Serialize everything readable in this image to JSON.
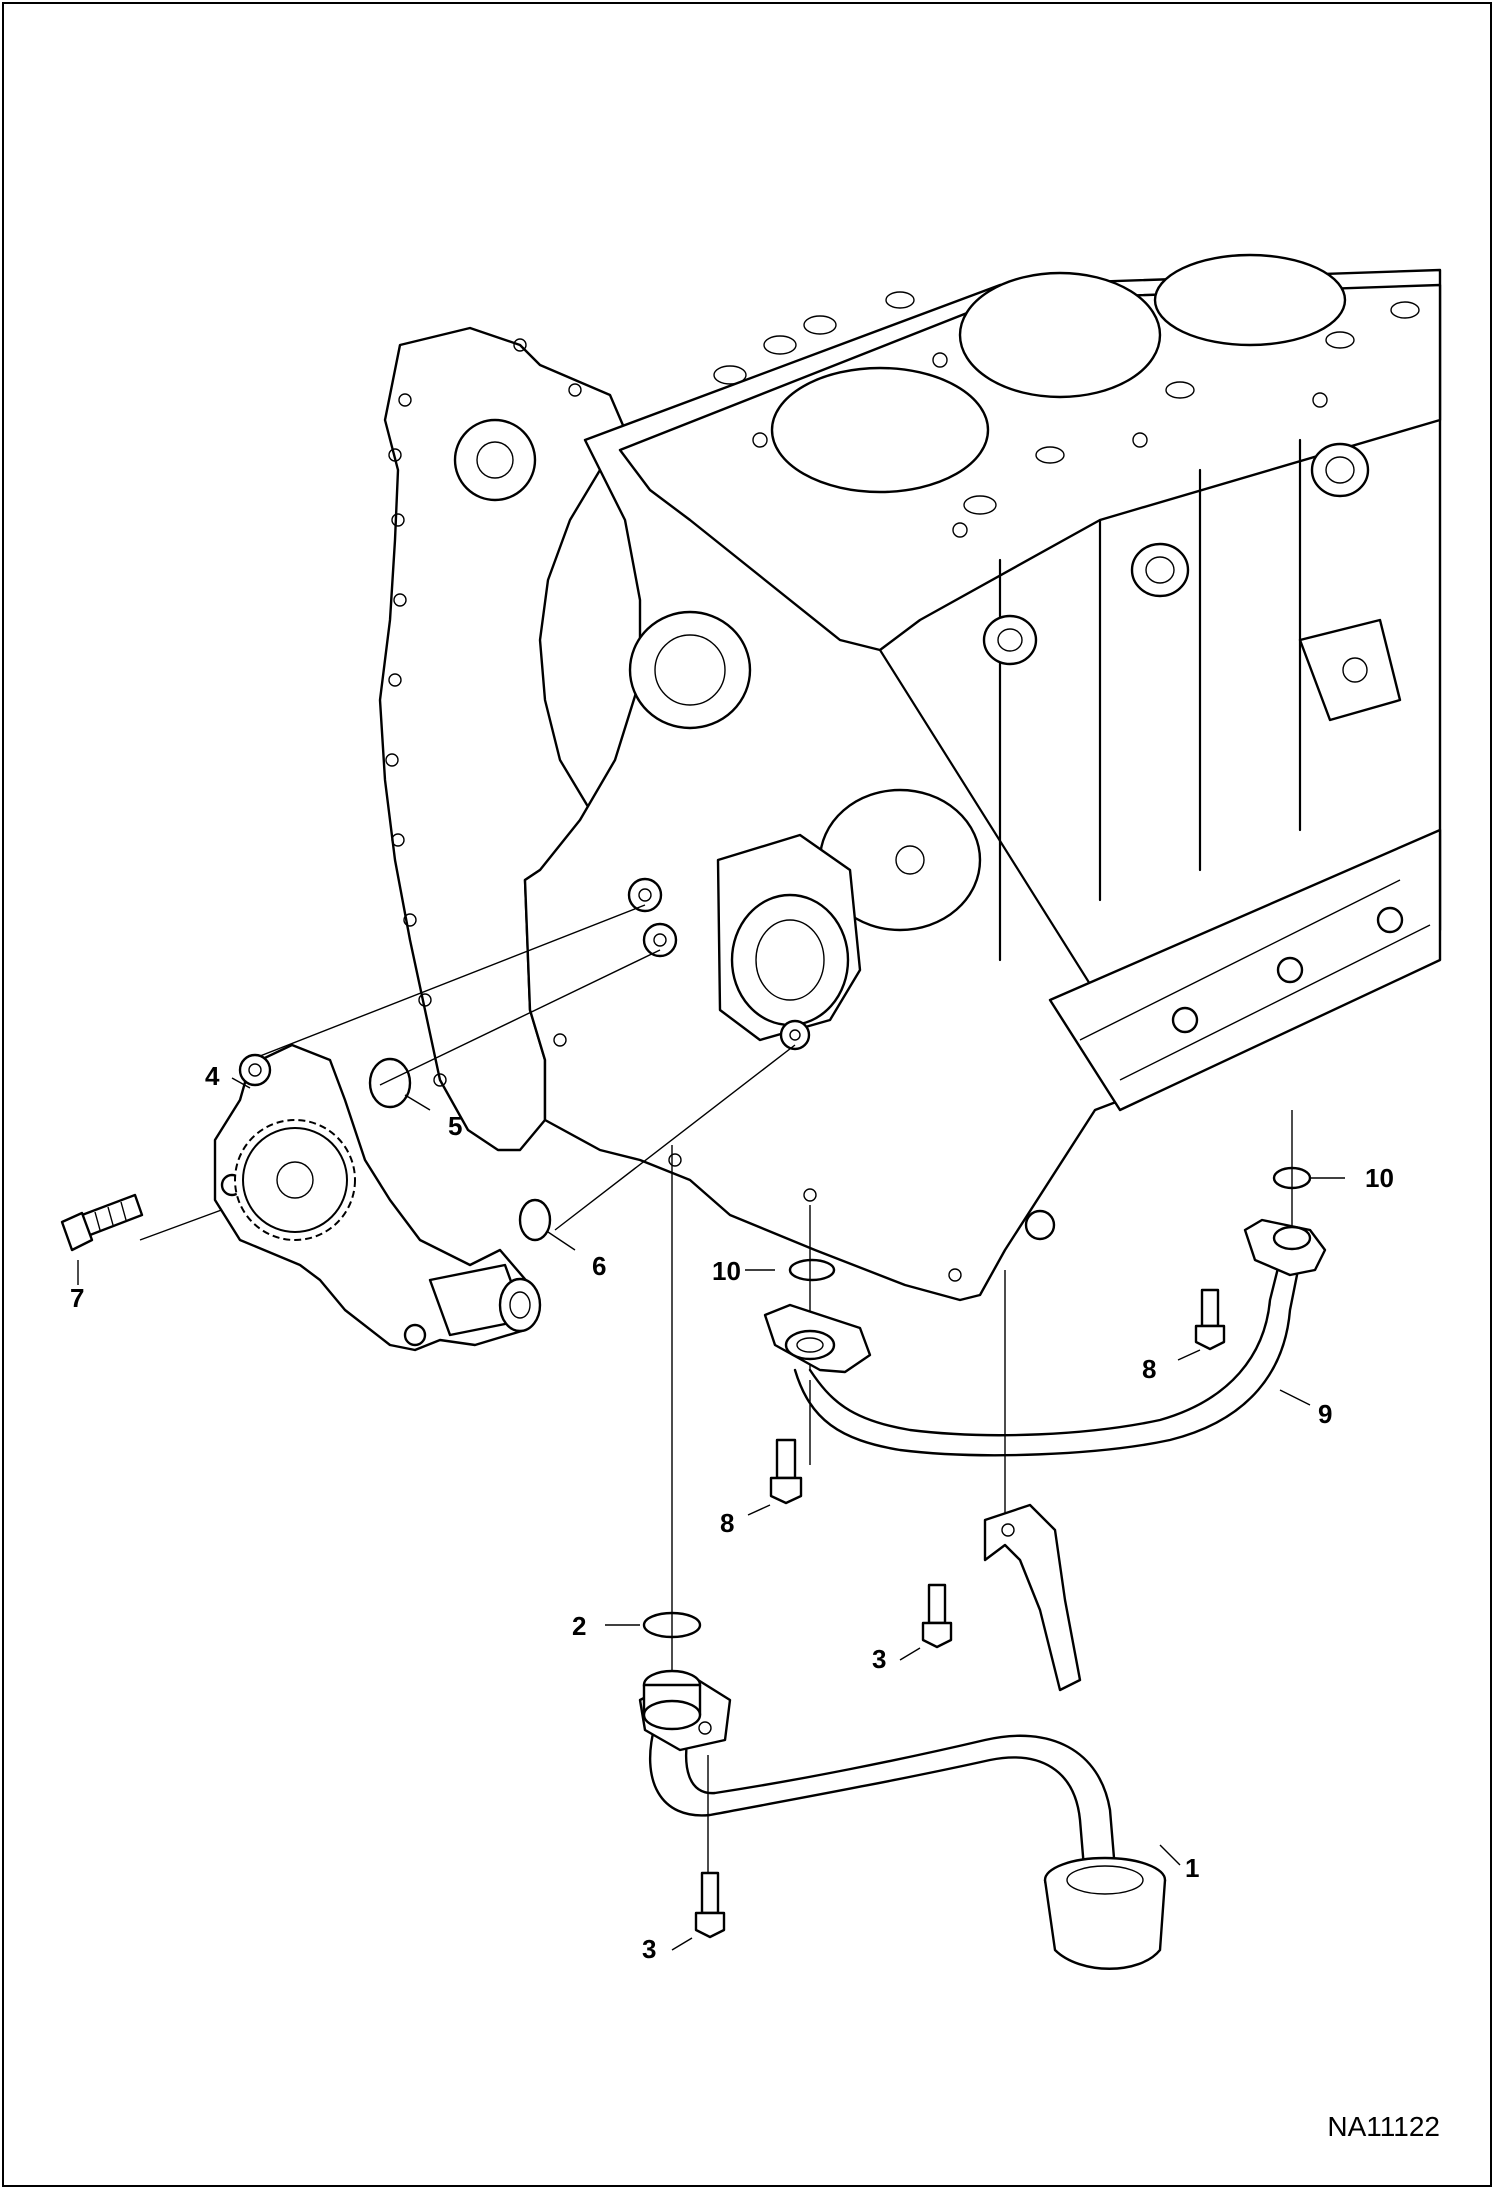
{
  "figure_id": "NA11122",
  "callouts": {
    "oil_strainer": "1",
    "o_ring_strainer": "2",
    "bolt_strainer_flange": "3",
    "bolt_strainer_bracket": "3",
    "oil_pump": "4",
    "o_ring_pump_upper": "5",
    "o_ring_pump_lower": "6",
    "bolt_pump": "7",
    "bolt_pipe_left": "8",
    "bolt_pipe_right": "8",
    "oil_pipe": "9",
    "o_ring_pipe_left": "10",
    "o_ring_pipe_right": "10"
  }
}
